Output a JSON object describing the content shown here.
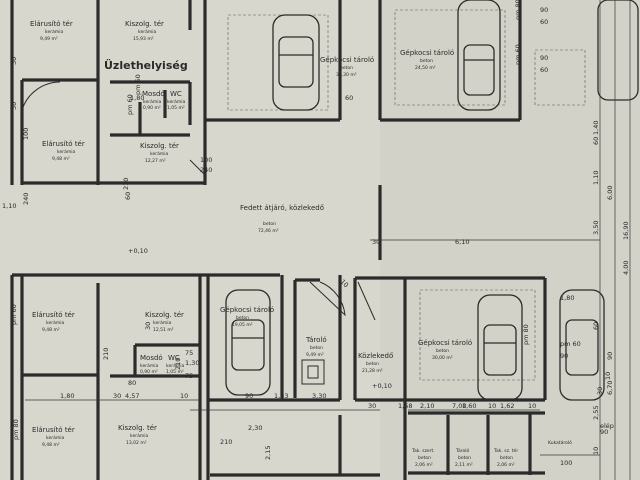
{
  "rooms": [
    {
      "name": "Elárusító tér",
      "mat": "kerámia",
      "area": "9,49 m²"
    },
    {
      "name": "Kiszolg. tér",
      "mat": "kerámia",
      "area": "15,93 m²"
    },
    {
      "name": "Elárusító tér",
      "mat": "kerámia",
      "area": "9,48 m²"
    },
    {
      "name": "Kiszolg. tér",
      "mat": "kerámia",
      "area": "12,27 m²"
    },
    {
      "name": "Mosdó",
      "mat": "kerámia",
      "area": "0,90 m²"
    },
    {
      "name": "WC",
      "mat": "kerámia",
      "area": "1,05 m²"
    },
    {
      "name": "Gépkocsi tároló",
      "mat": "beton",
      "area": "34,30 m²"
    },
    {
      "name": "Gépkocsi tároló",
      "mat": "beton",
      "area": "24,50 m²"
    },
    {
      "name": "Fedett átjáró, közlekedő",
      "mat": "beton",
      "area": "72,46 m²"
    },
    {
      "name": "Elárusító tér",
      "mat": "kerámia",
      "area": "9,48 m²"
    },
    {
      "name": "Kiszolg. tér",
      "mat": "kerámia",
      "area": "12,51 m²"
    },
    {
      "name": "Mosdó",
      "mat": "kerámia",
      "area": "0,90 m²"
    },
    {
      "name": "WC",
      "mat": "kerámia",
      "area": "1,05 m²"
    },
    {
      "name": "Gépkocsi tároló",
      "mat": "beton",
      "area": "19,05 m²"
    },
    {
      "name": "Tároló",
      "mat": "beton",
      "area": "9,49 m²"
    },
    {
      "name": "Közlekedő",
      "mat": "beton",
      "area": "21,28 m²"
    },
    {
      "name": "Gépkocsi tároló",
      "mat": "beton",
      "area": "30,00 m²"
    },
    {
      "name": "Elárusító tér",
      "mat": "kerámia",
      "area": "9,48 m²"
    },
    {
      "name": "Kiszolg. tér",
      "mat": "kerámia",
      "area": "13,02 m²"
    },
    {
      "name": "Tak. szert.",
      "mat": "beton",
      "area": "2,06 m²"
    },
    {
      "name": "Tároló",
      "mat": "beton",
      "area": "2,11 m²"
    },
    {
      "name": "Tak. sz. tér",
      "mat": "beton",
      "area": "2,06 m²"
    },
    {
      "name": "Kukatároló",
      "mat": "",
      "area": ""
    }
  ],
  "heading": "Üzlethelyiség",
  "level_marks": [
    "+0,10",
    "+0,10"
  ],
  "dims": [
    "90",
    "60",
    "90",
    "60",
    "1,40",
    "1,10",
    "6,00",
    "3,50",
    "16,90",
    "4,00",
    "6,10",
    "30",
    "100",
    "240",
    "100",
    "240",
    "60",
    "60",
    "30",
    "30",
    "pm 60",
    "pm 60",
    "pm 60",
    "pm 80",
    "pm 80",
    "pm 80",
    "pm 60",
    "pm 60",
    "90",
    "60",
    "1,80",
    "60",
    "90",
    "2,55",
    "6,70",
    "2,10",
    "7,00",
    "1,60",
    "10",
    "1,62",
    "10",
    "1,58",
    "30",
    "1,80",
    "30",
    "4,57",
    "10",
    "90",
    "1,33",
    "3,30",
    "10",
    "2,30",
    "100",
    "10",
    "210",
    "2,15",
    "30",
    "1,30",
    "75",
    "210",
    "75",
    "210",
    "80",
    "210",
    "10",
    "30",
    "1,10",
    "1,80",
    "elép",
    "90"
  ]
}
